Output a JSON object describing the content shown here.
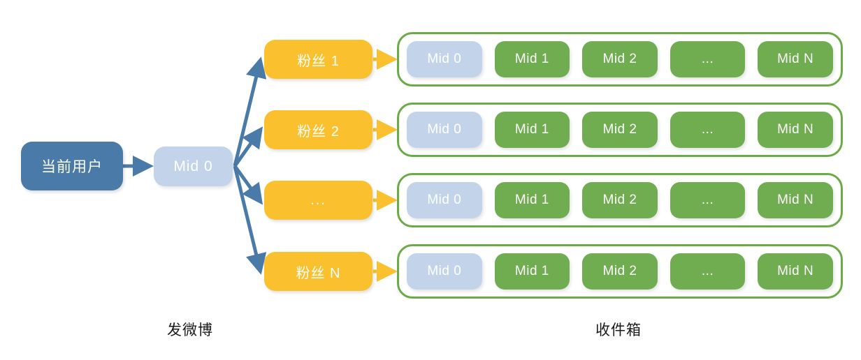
{
  "diagram": {
    "type": "fanout-timeline-diagram",
    "colors": {
      "user_node": "#4a7aa7",
      "mid0_node": "#c3d4ea",
      "fan_card": "#fbc02d",
      "inbox_pill": "#70ac50",
      "inbox_border": "#6aab46",
      "blue_arrow": "#4a7aa7",
      "orange_arrow": "#fbc02d",
      "background": "#ffffff"
    },
    "source": {
      "user_label": "当前用户",
      "mid_label": "Mid 0"
    },
    "fans": [
      {
        "label": "粉丝 1"
      },
      {
        "label": "粉丝 2"
      },
      {
        "label": "..."
      },
      {
        "label": "粉丝 N"
      }
    ],
    "inboxes": [
      {
        "pills": [
          "Mid 0",
          "Mid 1",
          "Mid 2",
          "...",
          "Mid N"
        ]
      },
      {
        "pills": [
          "Mid 0",
          "Mid 1",
          "Mid 2",
          "...",
          "Mid N"
        ]
      },
      {
        "pills": [
          "Mid 0",
          "Mid 1",
          "Mid 2",
          "...",
          "Mid N"
        ]
      },
      {
        "pills": [
          "Mid 0",
          "Mid 1",
          "Mid 2",
          "...",
          "Mid N"
        ]
      }
    ],
    "captions": {
      "post": "发微博",
      "inbox": "收件箱"
    }
  }
}
